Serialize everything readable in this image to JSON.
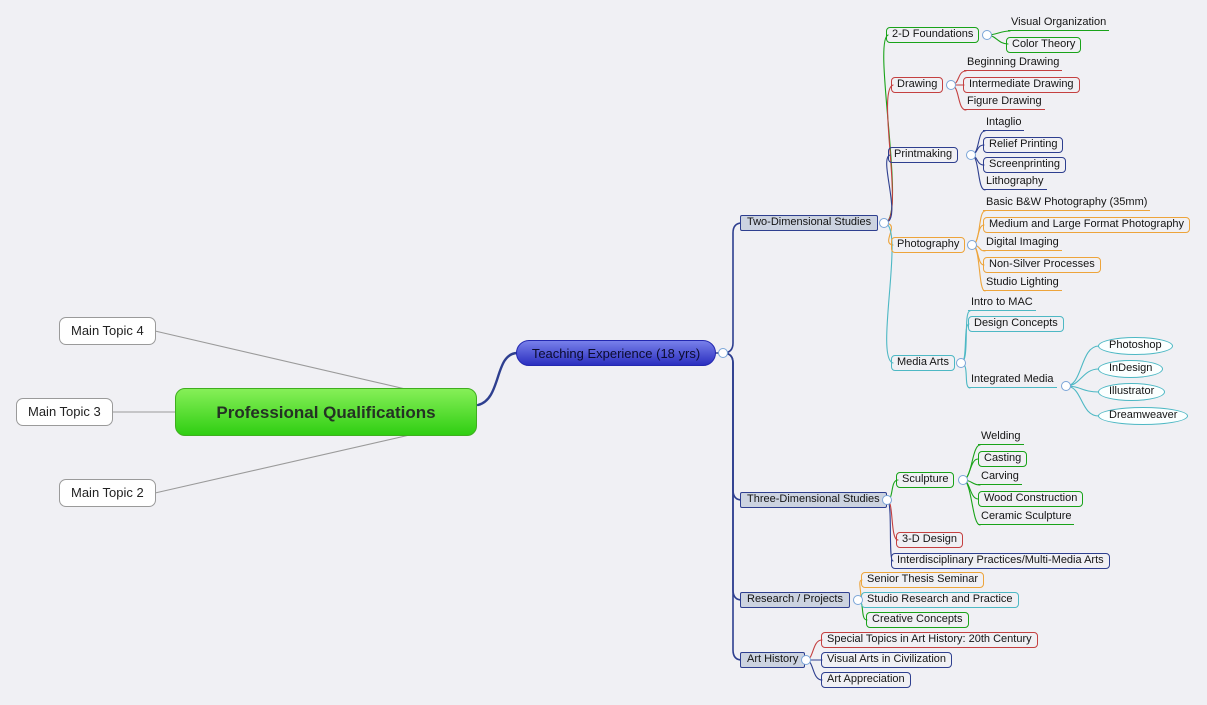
{
  "colors": {
    "green": "#19a319",
    "red": "#c44040",
    "navy": "#2e3f8f",
    "orange": "#eda43b",
    "cyan": "#4db8c4",
    "gray": "#9a9a9a",
    "branch_fill": "#ccd3e0",
    "root_top": "#86ef58",
    "root_bottom": "#2fce12",
    "teach_top": "#7880ea",
    "teach_bottom": "#2b2fc0",
    "collapse": "#7aa5d8"
  },
  "root": {
    "label": "Professional Qualifications"
  },
  "main_topics": {
    "t4": "Main Topic 4",
    "t3": "Main Topic 3",
    "t2": "Main Topic 2"
  },
  "teaching": {
    "label": "Teaching Experience (18 yrs)"
  },
  "two_d": {
    "label": "Two-Dimensional Studies",
    "foundations": {
      "label": "2-D Foundations",
      "items": [
        "Visual Organization",
        "Color Theory"
      ]
    },
    "drawing": {
      "label": "Drawing",
      "items": [
        "Beginning Drawing",
        "Intermediate Drawing",
        "Figure Drawing"
      ]
    },
    "printmaking": {
      "label": "Printmaking",
      "items": [
        "Intaglio",
        "Relief Printing",
        "Screenprinting",
        "Lithography"
      ]
    },
    "photography": {
      "label": "Photography",
      "items": [
        "Basic B&W Photography (35mm)",
        "Medium and Large Format Photography",
        "Digital Imaging",
        "Non-Silver Processes",
        "Studio Lighting"
      ]
    },
    "media_arts": {
      "label": "Media Arts",
      "items": [
        "Intro to MAC",
        "Design Concepts"
      ],
      "integrated": {
        "label": "Integrated Media",
        "apps": [
          "Photoshop",
          "InDesign",
          "Illustrator",
          "Dreamweaver"
        ]
      }
    }
  },
  "three_d": {
    "label": "Three-Dimensional Studies",
    "sculpture": {
      "label": "Sculpture",
      "items": [
        "Welding",
        "Casting",
        "Carving",
        "Wood Construction",
        "Ceramic Sculpture"
      ]
    },
    "design": {
      "label": "3-D Design"
    },
    "interdisciplinary": {
      "label": "Interdisciplinary Practices/Multi-Media Arts"
    }
  },
  "research": {
    "label": "Research / Projects",
    "items": [
      "Senior Thesis Seminar",
      "Studio Research and Practice",
      "Creative Concepts"
    ]
  },
  "art_history": {
    "label": "Art History",
    "items": [
      "Special Topics in Art History: 20th Century",
      "Visual Arts in Civilization",
      "Art Appreciation"
    ]
  }
}
